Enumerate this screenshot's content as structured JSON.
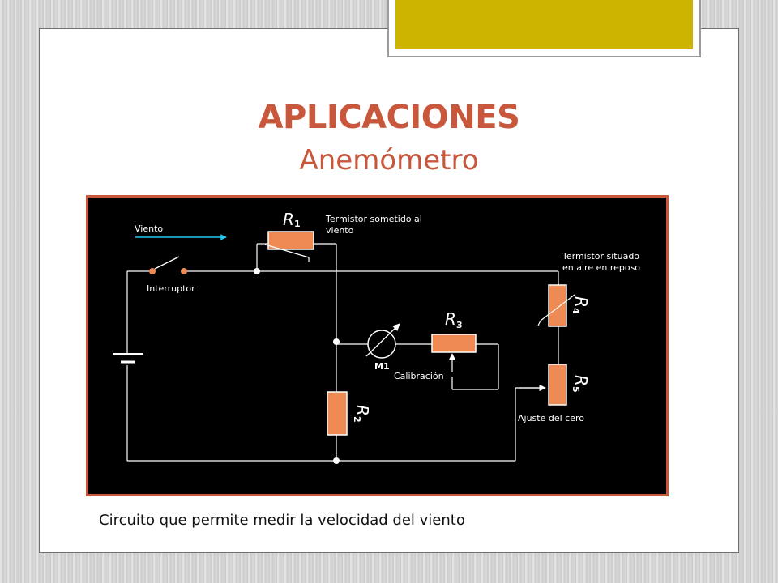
{
  "slide": {
    "title": "APLICACIONES",
    "subtitle": "Anemómetro",
    "caption": "Circuito que permite medir la velocidad del viento",
    "accent_color": "#c8573b",
    "tab_color": "#cdb400"
  },
  "circuit": {
    "labels": {
      "viento": "Viento",
      "interruptor": "Interruptor",
      "termistor_viento_1": "Termistor sometido al",
      "termistor_viento_2": "viento",
      "termistor_reposo_1": "Termistor situado",
      "termistor_reposo_2": "en aire en reposo",
      "meter": "M1",
      "calibracion": "Calibración",
      "ajuste": "Ajuste del cero"
    },
    "components": {
      "r1": {
        "name": "R",
        "sub": "1"
      },
      "r2": {
        "name": "R",
        "sub": "2"
      },
      "r3": {
        "name": "R",
        "sub": "3"
      },
      "r4": {
        "name": "R",
        "sub": "4"
      },
      "r5": {
        "name": "R",
        "sub": "5"
      }
    },
    "resistor_color": "#f08a55",
    "arrow_color": "#22c8f0"
  }
}
